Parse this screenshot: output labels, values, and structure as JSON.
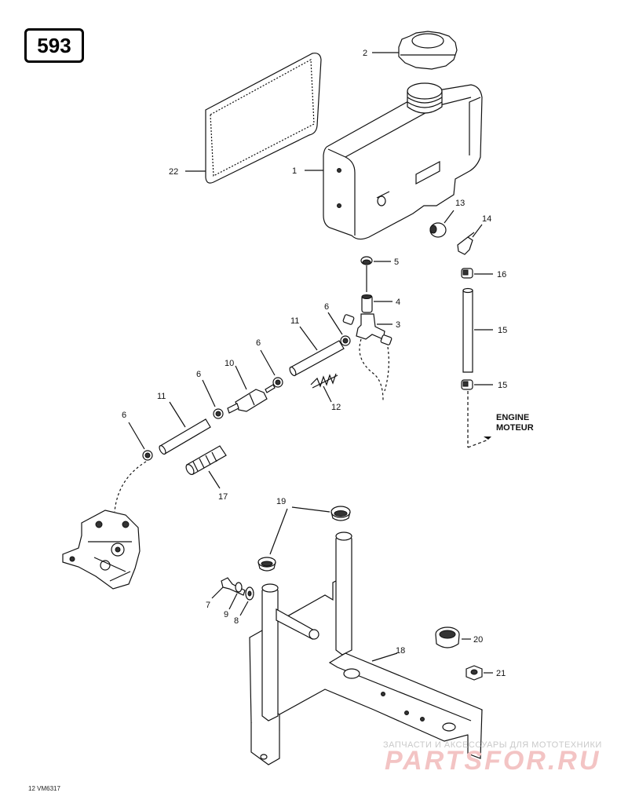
{
  "page_number": "593",
  "reference_code": "12 VM6317",
  "engine_label": {
    "line1": "ENGINE",
    "line2": "MOTEUR"
  },
  "watermark": {
    "line1": "ЗАПЧАСТИ И АКСЕССУАРЫ ДЛЯ МОТОТЕХНИКИ",
    "line2": "PARTSFOR.RU"
  },
  "callouts": {
    "c1": "1",
    "c2": "2",
    "c3": "3",
    "c4": "4",
    "c5": "5",
    "c6a": "6",
    "c6b": "6",
    "c6c": "6",
    "c6d": "6",
    "c7": "7",
    "c8": "8",
    "c9": "9",
    "c10": "10",
    "c11a": "11",
    "c11b": "11",
    "c12": "12",
    "c13": "13",
    "c14": "14",
    "c15a": "15",
    "c15b": "15",
    "c16": "16",
    "c17": "17",
    "c18": "18",
    "c19": "19",
    "c20": "20",
    "c21": "21",
    "c22": "22"
  }
}
